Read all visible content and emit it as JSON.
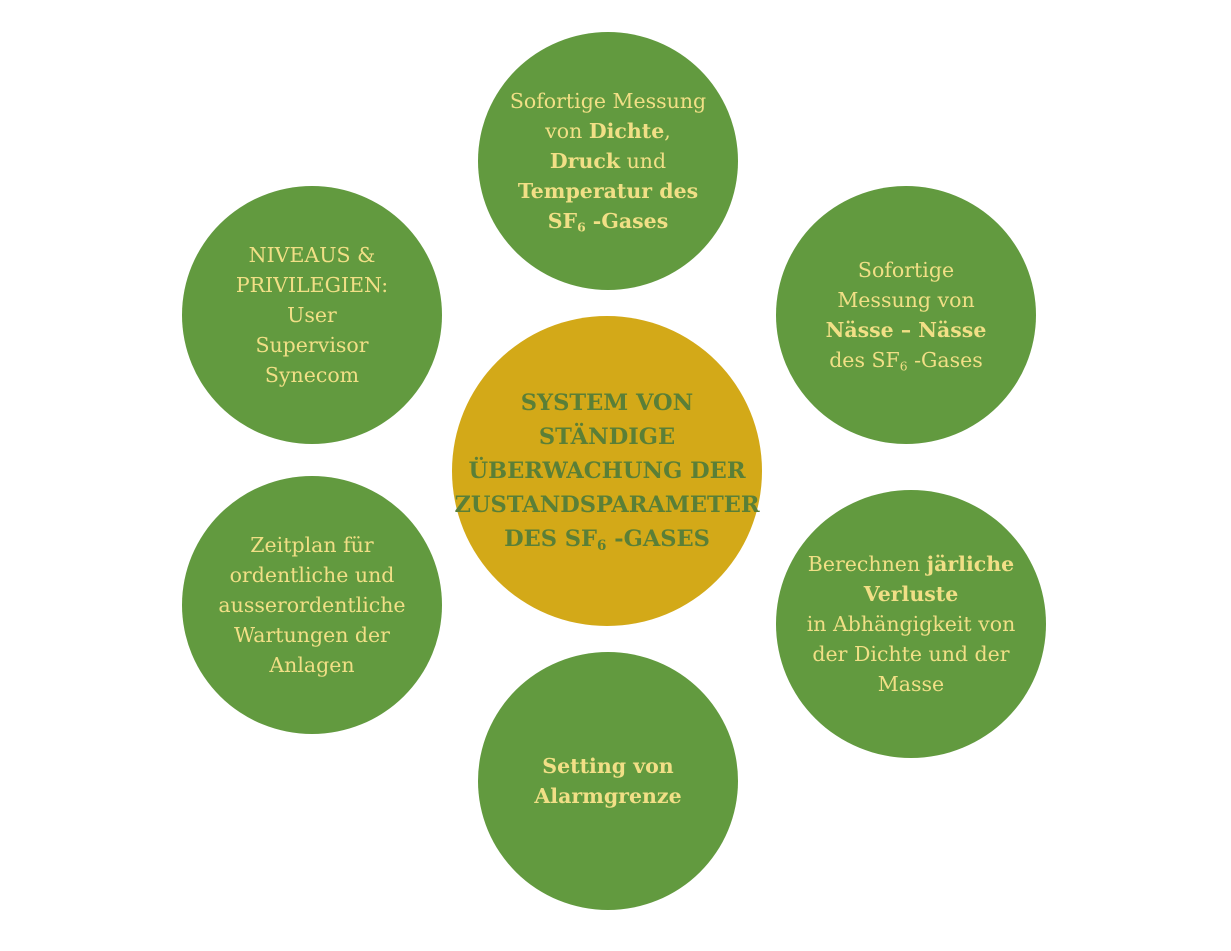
{
  "center": {
    "line1": "SYSTEM VON",
    "line2": "STÄNDIGE",
    "line3": "ÜBERWACHUNG DER",
    "line4": "ZUSTANDSPARAMETER",
    "line5_prefix": "DES SF",
    "line5_sub": "6",
    "line5_suffix": " -GASES"
  },
  "top": {
    "line1": "Sofortige Messung",
    "line2_prefix": "von ",
    "line2_bold": "Dichte",
    "line2_suffix": ",",
    "line3_bold": "Druck",
    "line3_suffix": " und",
    "line4_bold": "Temperatur des",
    "line5_prefix": "SF",
    "line5_sub": "6",
    "line5_suffix": " -Gases"
  },
  "right_upper": {
    "line1": "Sofortige",
    "line2": "Messung von",
    "line3_bold": "Nässe – Nässe",
    "line4_prefix": "des SF",
    "line4_sub": "6",
    "line4_suffix": " -Gases"
  },
  "right_lower": {
    "line1_prefix": "Berechnen ",
    "line1_bold": "järliche",
    "line2_bold": "Verluste",
    "line3": "in Abhängigkeit von",
    "line4": "der Dichte und der",
    "line5": "Masse"
  },
  "bottom": {
    "line1": "Setting von",
    "line2": "Alarmgrenze"
  },
  "left_lower": {
    "line1": "Zeitplan für",
    "line2": "ordentliche und",
    "line3": "ausserordentliche",
    "line4": "Wartungen der",
    "line5": "Anlagen"
  },
  "left_upper": {
    "line1": "NIVEAUS &",
    "line2": "PRIVILEGIEN:",
    "line3": "User",
    "line4": "Supervisor",
    "line5": "Synecom"
  },
  "colors": {
    "outer_fill": "#629a3f",
    "outer_text": "#f1df86",
    "center_fill": "#d3a918",
    "center_text": "#5a7f37"
  }
}
